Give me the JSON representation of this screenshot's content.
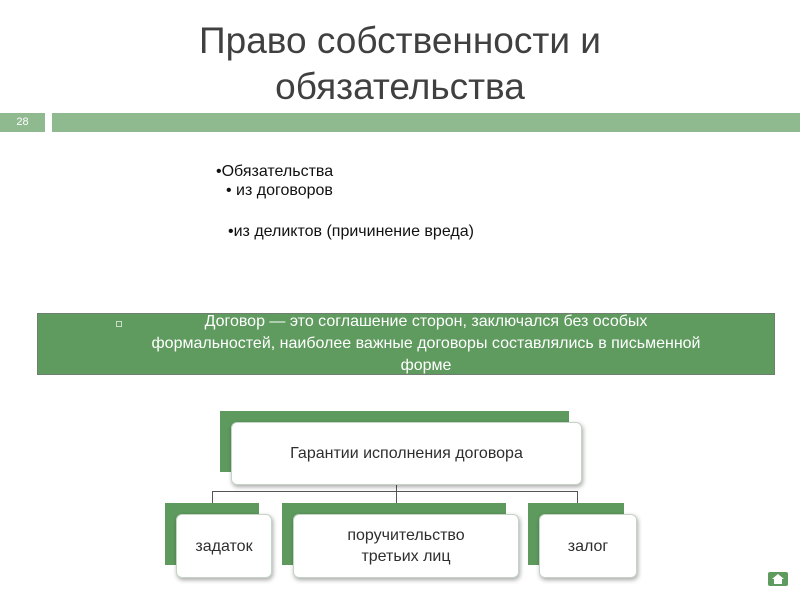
{
  "slide": {
    "title_line1": "Право собственности и",
    "title_line2": "обязательства",
    "number": "28"
  },
  "bullets": {
    "item1": "•Обязательства",
    "item2": "• из договоров",
    "item3": "•из деликтов (причинение вреда)"
  },
  "definition": {
    "line1": "Договор — это соглашение сторон, заключался без особых",
    "line2": "формальностей, наиболее важные договоры составлялись в письменной",
    "line3": "форме"
  },
  "diagram": {
    "root": "Гарантии исполнения договора",
    "child1": "задаток",
    "child2_line1": "поручительство",
    "child2_line2": "третьих лиц",
    "child3": "залог"
  },
  "colors": {
    "accent_green": "#5f9a5f",
    "bar_green": "#8fb98f"
  },
  "icons": {
    "nav": "home-icon"
  }
}
